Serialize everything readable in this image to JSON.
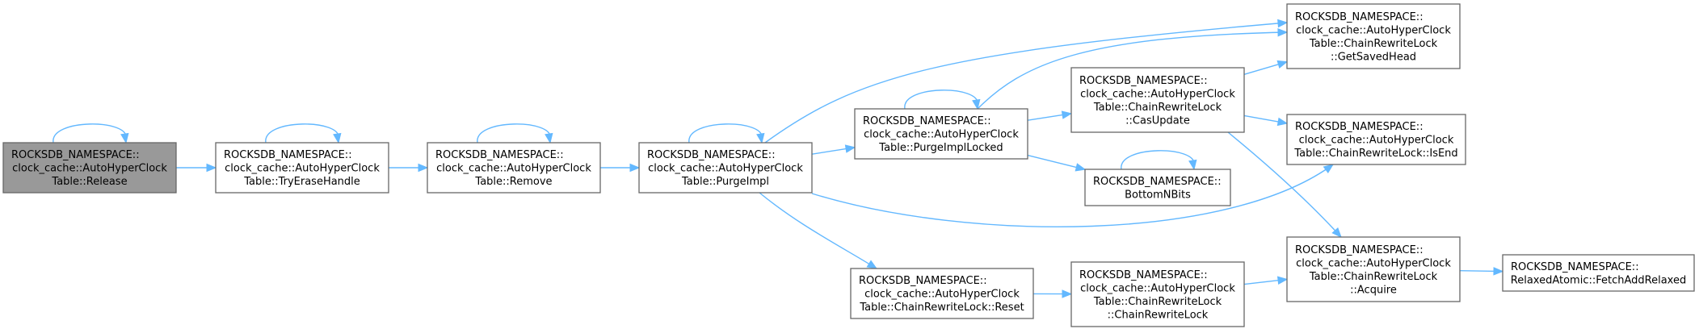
{
  "nodes": {
    "release": {
      "lines": [
        "ROCKSDB_NAMESPACE::",
        "clock_cache::AutoHyperClock",
        "Table::Release"
      ],
      "align": "start"
    },
    "try_erase_handle": {
      "lines": [
        "ROCKSDB_NAMESPACE::",
        "clock_cache::AutoHyperClock",
        "Table::TryEraseHandle"
      ],
      "align": "start"
    },
    "remove": {
      "lines": [
        "ROCKSDB_NAMESPACE::",
        "clock_cache::AutoHyperClock",
        "Table::Remove"
      ],
      "align": "start"
    },
    "purge_impl": {
      "lines": [
        "ROCKSDB_NAMESPACE::",
        "clock_cache::AutoHyperClock",
        "Table::PurgeImpl"
      ],
      "align": "start"
    },
    "purge_impl_locked": {
      "lines": [
        "ROCKSDB_NAMESPACE::",
        "clock_cache::AutoHyperClock",
        "Table::PurgeImplLocked"
      ],
      "align": "start"
    },
    "reset": {
      "lines": [
        "ROCKSDB_NAMESPACE::",
        "clock_cache::AutoHyperClock",
        "Table::ChainRewriteLock::Reset"
      ],
      "align": "start"
    },
    "cas_update": {
      "lines": [
        "ROCKSDB_NAMESPACE::",
        "clock_cache::AutoHyperClock",
        "Table::ChainRewriteLock",
        "::CasUpdate"
      ],
      "align": "start"
    },
    "bottom_n_bits": {
      "lines": [
        "ROCKSDB_NAMESPACE::",
        "BottomNBits"
      ],
      "align": "start"
    },
    "chain_rewrite_lock": {
      "lines": [
        "ROCKSDB_NAMESPACE::",
        "clock_cache::AutoHyperClock",
        "Table::ChainRewriteLock",
        "::ChainRewriteLock"
      ],
      "align": "start"
    },
    "get_saved_head": {
      "lines": [
        "ROCKSDB_NAMESPACE::",
        "clock_cache::AutoHyperClock",
        "Table::ChainRewriteLock",
        "::GetSavedHead"
      ],
      "align": "start"
    },
    "is_end": {
      "lines": [
        "ROCKSDB_NAMESPACE::",
        "clock_cache::AutoHyperClock",
        "Table::ChainRewriteLock::IsEnd"
      ],
      "align": "start"
    },
    "acquire": {
      "lines": [
        "ROCKSDB_NAMESPACE::",
        "clock_cache::AutoHyperClock",
        "Table::ChainRewriteLock",
        "::Acquire"
      ],
      "align": "start"
    },
    "fetch_add_relaxed": {
      "lines": [
        "ROCKSDB_NAMESPACE::",
        "RelaxedAtomic::FetchAddRelaxed"
      ],
      "align": "start"
    }
  },
  "edges": [
    [
      "release",
      "release"
    ],
    [
      "release",
      "try_erase_handle"
    ],
    [
      "try_erase_handle",
      "try_erase_handle"
    ],
    [
      "try_erase_handle",
      "remove"
    ],
    [
      "remove",
      "remove"
    ],
    [
      "remove",
      "purge_impl"
    ],
    [
      "purge_impl",
      "purge_impl"
    ],
    [
      "purge_impl",
      "get_saved_head"
    ],
    [
      "purge_impl",
      "purge_impl_locked"
    ],
    [
      "purge_impl",
      "is_end"
    ],
    [
      "purge_impl",
      "reset"
    ],
    [
      "purge_impl_locked",
      "purge_impl_locked"
    ],
    [
      "purge_impl_locked",
      "get_saved_head"
    ],
    [
      "purge_impl_locked",
      "cas_update"
    ],
    [
      "purge_impl_locked",
      "bottom_n_bits"
    ],
    [
      "cas_update",
      "get_saved_head"
    ],
    [
      "cas_update",
      "is_end"
    ],
    [
      "cas_update",
      "acquire"
    ],
    [
      "bottom_n_bits",
      "bottom_n_bits"
    ],
    [
      "reset",
      "chain_rewrite_lock"
    ],
    [
      "chain_rewrite_lock",
      "acquire"
    ],
    [
      "acquire",
      "fetch_add_relaxed"
    ]
  ],
  "colors": {
    "edge": "#63b8ff",
    "focus_fill": "#999999",
    "node_border": "#666666"
  }
}
